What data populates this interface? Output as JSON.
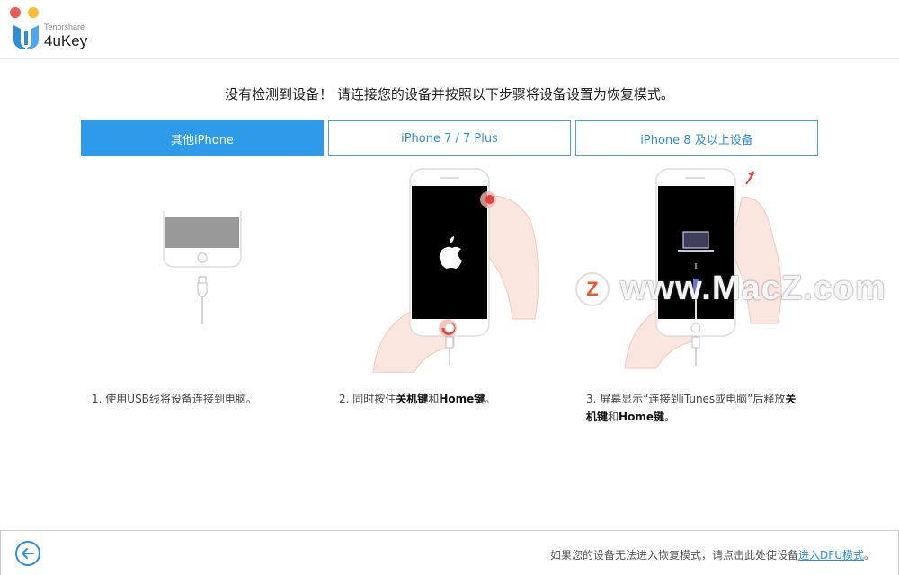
{
  "window": {
    "traffic_lights": [
      "close",
      "minimize"
    ],
    "colors": {
      "close": "#f25b55",
      "minimize": "#f8bd30"
    }
  },
  "logo": {
    "brand": "Tenorshare",
    "product": "4uKey"
  },
  "instruction": "没有检测到设备！ 请连接您的设备并按照以下步骤将设备设置为恢复模式。",
  "tabs": [
    {
      "label": "其他iPhone",
      "active": true
    },
    {
      "label": "iPhone 7 / 7 Plus",
      "active": false
    },
    {
      "label": "iPhone 8 及以上设备",
      "active": false
    }
  ],
  "steps": [
    {
      "num": "1.",
      "text_parts": [
        "使用USB线将设备连接到电脑。"
      ],
      "illustration": "iphone-connect-usb"
    },
    {
      "num": "2.",
      "text_parts": [
        "同时按住",
        "关机键",
        "和",
        "Home键",
        "。"
      ],
      "illustration": "iphone7-press-power-home"
    },
    {
      "num": "3.",
      "text_parts": [
        "屏幕显示“连接到iTunes或电脑”后释放",
        "关机键",
        "和",
        "Home键",
        "。"
      ],
      "illustration": "iphone8-release-buttons"
    }
  ],
  "watermark": {
    "badge": "Z",
    "text": "www.MacZ.com"
  },
  "footer": {
    "back_icon": "arrow-left-circle-icon",
    "note_prefix": "如果您的设备无法进入恢复模式，请点击此处使设备",
    "note_link": "进入DFU模式",
    "note_suffix": "。"
  },
  "colors": {
    "accent": "#2d9bea",
    "link": "#2d8fdc",
    "highlight_red": "#e8403a",
    "hand": "#f7d9d2"
  }
}
